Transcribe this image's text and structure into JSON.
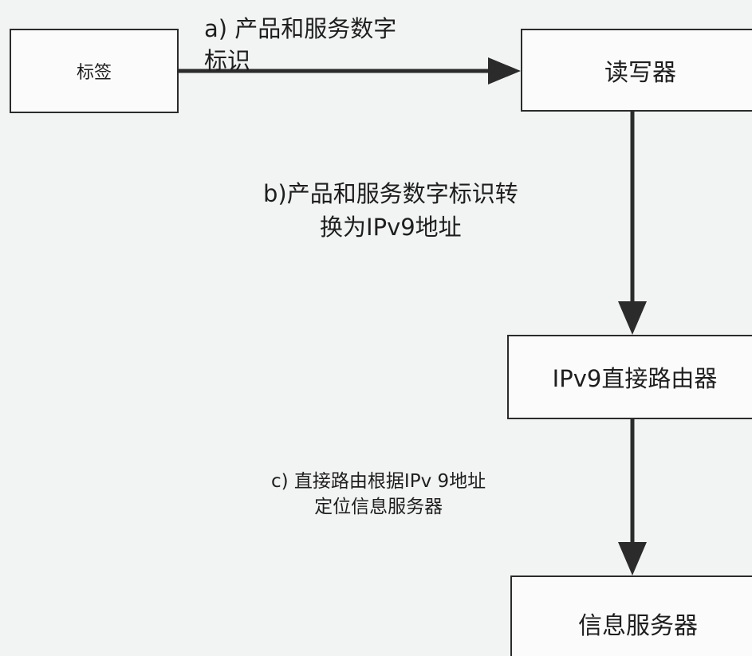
{
  "nodes": {
    "tag": "标签",
    "reader": "读写器",
    "router": "IPv9直接路由器",
    "server": "信息服务器"
  },
  "edges": {
    "a": {
      "line1": "a) 产品和服务数字",
      "line2": "标识"
    },
    "b": {
      "line1": "b)产品和服务数字标识转",
      "line2": "换为IPv9地址"
    },
    "c": {
      "line1": "c) 直接路由根据IPv 9地址",
      "line2": "定位信息服务器"
    }
  },
  "colors": {
    "background": "#f2f3f3",
    "box_fill": "#fbfbfb",
    "line": "#2b2b2b"
  }
}
